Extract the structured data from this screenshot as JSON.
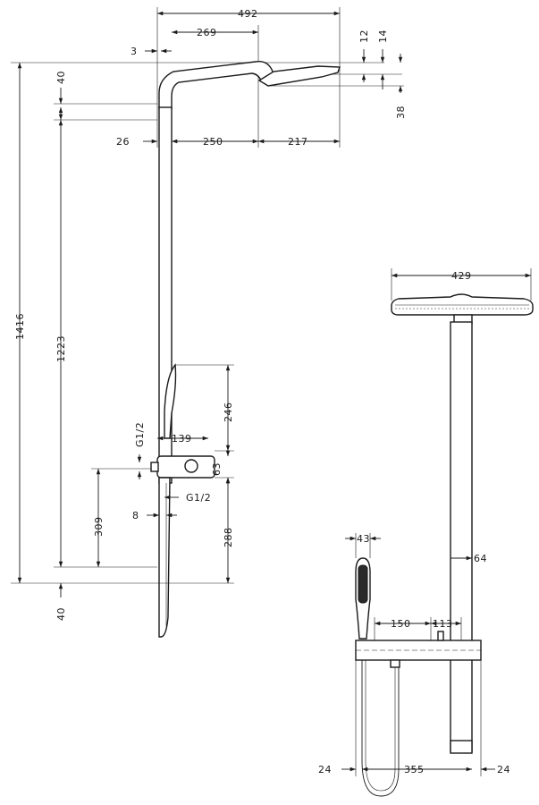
{
  "side_view": {
    "labels": {
      "width_492": "492",
      "width_269": "269",
      "offset_3": "3",
      "height_12": "12",
      "height_14": "14",
      "height_38": "38",
      "height_40_top": "40",
      "offset_26": "26",
      "width_250": "250",
      "width_217": "217",
      "total_1416": "1416",
      "height_1223": "1223",
      "height_246": "246",
      "connection_top": "G1/2",
      "width_139": "139",
      "height_63": "63",
      "connection_bottom": "G1/2",
      "height_309": "309",
      "offset_8": "8",
      "height_288": "288",
      "height_40_bottom": "40"
    }
  },
  "front_view": {
    "labels": {
      "width_429": "429",
      "pipe_64": "64",
      "handshower_43": "43",
      "spacing_150": "150",
      "spacing_113": "113",
      "margin_24_left": "24",
      "width_355": "355",
      "margin_24_right": "24"
    }
  }
}
